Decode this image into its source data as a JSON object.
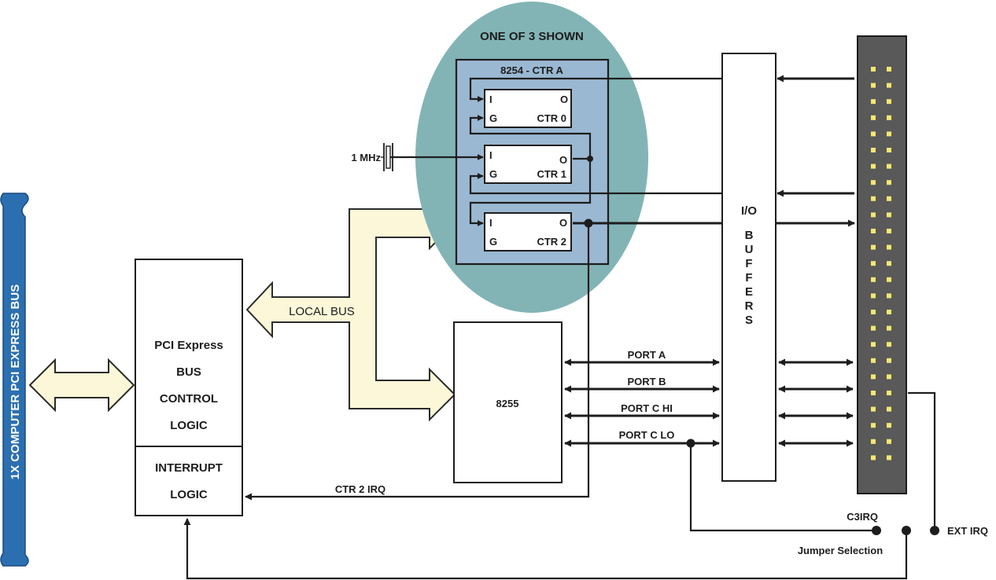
{
  "pci_bus": {
    "label": "1X COMPUTER PCI EXPRESS BUS"
  },
  "bus_control": {
    "lines": [
      "PCI Express",
      "BUS",
      "CONTROL",
      "LOGIC"
    ]
  },
  "interrupt": {
    "lines": [
      "INTERRUPT",
      "LOGIC"
    ]
  },
  "local_bus": {
    "label": "LOCAL BUS"
  },
  "counter_group": {
    "note": "ONE OF 3 SHOWN",
    "chip_label": "8254 - CTR A",
    "clock_label": "1 MHz",
    "counters": [
      {
        "in": "I",
        "gate": "G",
        "out": "O",
        "name": "CTR 0"
      },
      {
        "in": "I",
        "gate": "G",
        "out": "O",
        "name": "CTR 1"
      },
      {
        "in": "I",
        "gate": "G",
        "out": "O",
        "name": "CTR 2"
      }
    ]
  },
  "ppi": {
    "label": "8255"
  },
  "ports": [
    "PORT A",
    "PORT B",
    "PORT C HI",
    "PORT C LO"
  ],
  "io_buffers": {
    "line1": "I/O",
    "line2": [
      "B",
      "U",
      "F",
      "F",
      "E",
      "R",
      "S"
    ]
  },
  "signals": {
    "ctr2_irq": "CTR 2 IRQ",
    "c3irq": "C3IRQ",
    "ext_irq": "EXT IRQ",
    "jumper": "Jumper Selection"
  },
  "colors": {
    "bus_bar": "#2c6fb0",
    "highlight_circle": "#82b4b6",
    "chip_fill": "#9ab8d2",
    "arrow_fill": "#fbf7d8",
    "connector": "#595959",
    "pin": "#f2e872"
  }
}
